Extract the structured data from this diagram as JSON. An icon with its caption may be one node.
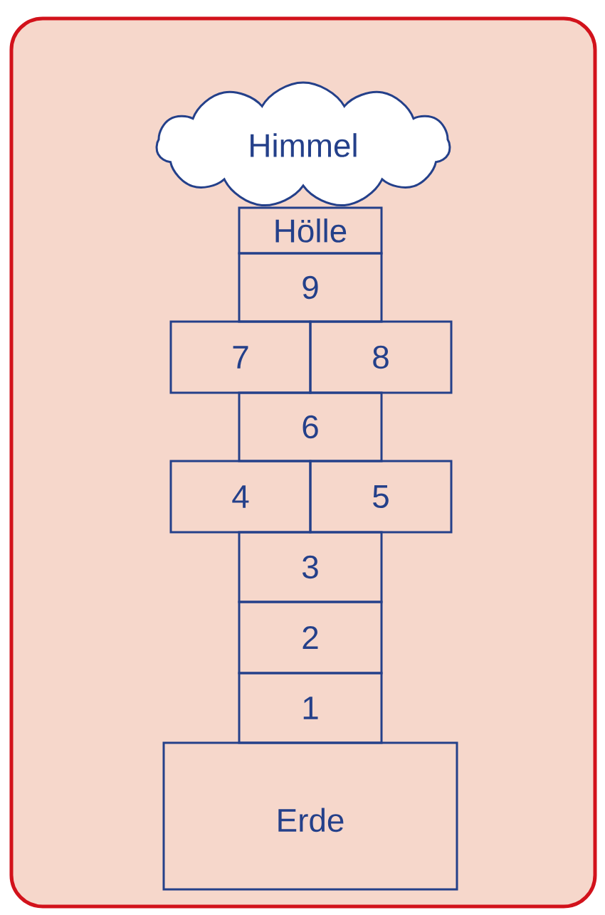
{
  "diagram": {
    "nodes": [
      {
        "text": [
          "Himmel"
        ]
      },
      {
        "text": [
          "Hölle"
        ]
      },
      {
        "text": [
          "9"
        ]
      },
      {
        "text": [
          "7"
        ]
      },
      {
        "text": [
          "8"
        ]
      },
      {
        "text": [
          "6"
        ]
      },
      {
        "text": [
          "4"
        ]
      },
      {
        "text": [
          "5"
        ]
      },
      {
        "text": [
          "3"
        ]
      },
      {
        "text": [
          "2"
        ]
      },
      {
        "text": [
          "1"
        ]
      },
      {
        "text": [
          "Erde"
        ]
      }
    ]
  }
}
